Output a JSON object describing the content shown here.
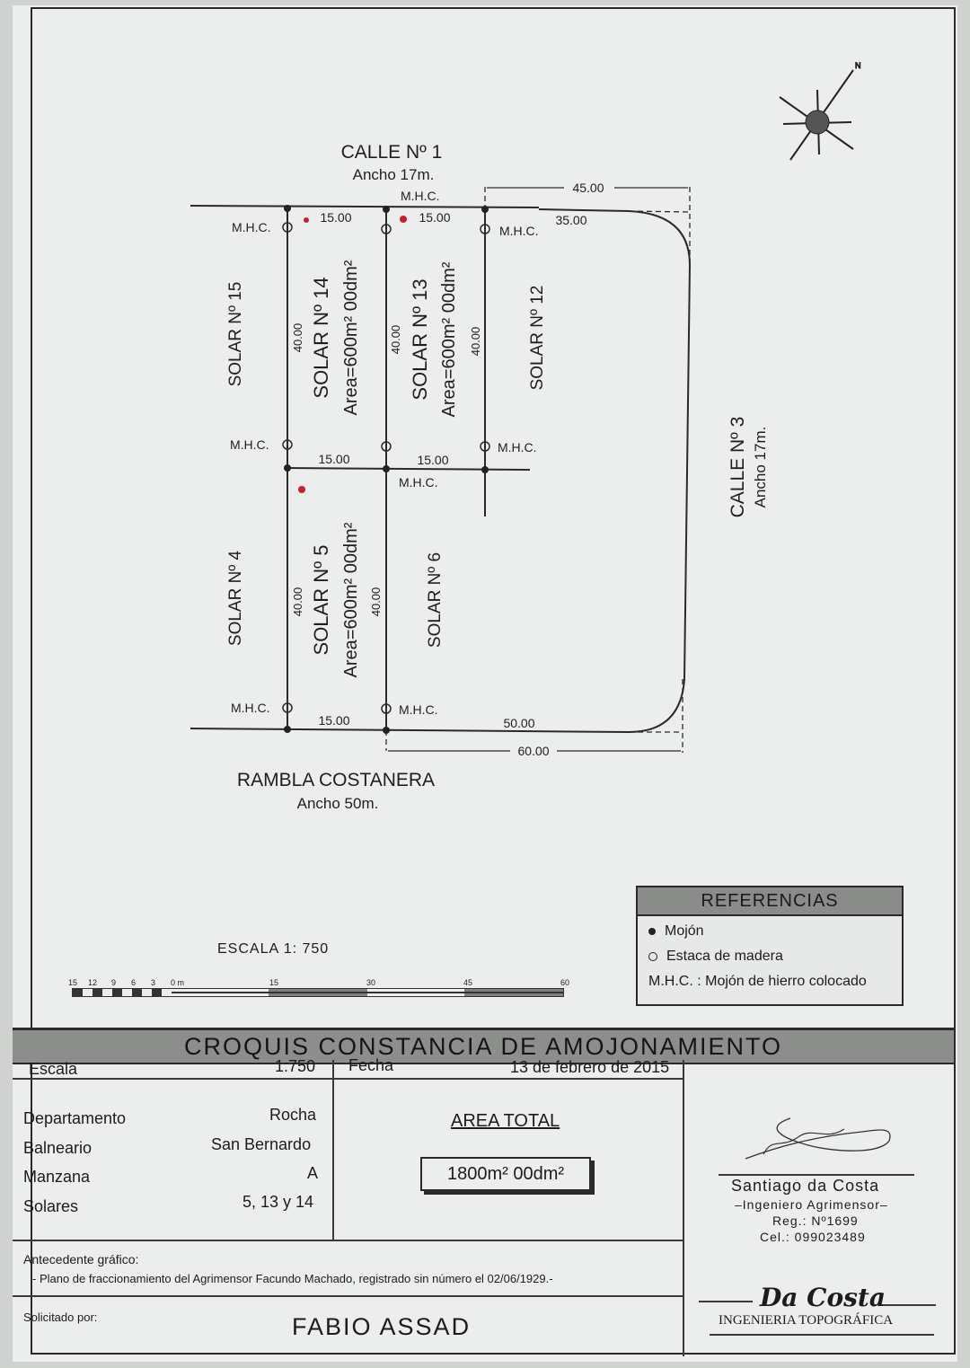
{
  "streets": {
    "top": {
      "name": "CALLE Nº 1",
      "width": "Ancho 17m."
    },
    "right": {
      "name": "CALLE Nº 3",
      "width": "Ancho 17m."
    },
    "bottom": {
      "name": "RAMBLA COSTANERA",
      "width": "Ancho 50m."
    }
  },
  "lots": {
    "s15": "SOLAR Nº 15",
    "s14": {
      "name": "SOLAR Nº 14",
      "area": "Area=600m² 00dm²"
    },
    "s13": {
      "name": "SOLAR Nº 13",
      "area": "Area=600m² 00dm²"
    },
    "s12": "SOLAR Nº 12",
    "s4": "SOLAR Nº 4",
    "s5": {
      "name": "SOLAR Nº 5",
      "area": "Area=600m² 00dm²"
    },
    "s6": "SOLAR Nº 6"
  },
  "dimensions": {
    "front": "15.00",
    "depth": "40.00",
    "top_total": "45.00",
    "top_remaining": "35.00",
    "bottom_remaining": "50.00",
    "bottom_total": "60.00"
  },
  "marker_label": "M.H.C.",
  "scale": {
    "label": "ESCALA 1:  750",
    "ticks": [
      "15",
      "12",
      "9",
      "6",
      "3",
      "0 m",
      "15",
      "30",
      "45",
      "60"
    ]
  },
  "references": {
    "title": "REFERENCIAS",
    "items": [
      {
        "symbol": "filled-dot",
        "text": "Mojón"
      },
      {
        "symbol": "circle",
        "text": "Estaca de madera"
      },
      {
        "symbol": "",
        "text": "M.H.C. : Mojón de hierro colocado"
      }
    ]
  },
  "title_block": {
    "title": "CROQUIS CONSTANCIA DE AMOJONAMIENTO",
    "escala_label": "Escala",
    "escala_value": "1:750",
    "fecha_label": "Fecha",
    "fecha_value": "13 de febrero de 2015",
    "departamento_label": "Departamento",
    "departamento_value": "Rocha",
    "balneario_label": "Balneario",
    "balneario_value": "San Bernardo",
    "manzana_label": "Manzana",
    "manzana_value": "A",
    "solares_label": "Solares",
    "solares_value": "5, 13 y 14",
    "area_label": "AREA TOTAL",
    "area_value": "1800m² 00dm²",
    "antecedente_label": "Antecedente gráfico:",
    "antecedente_text": "- Plano de fraccionamiento del Agrimensor Facundo Machado, registrado sin número el 02/06/1929.-",
    "solicitado_label": "Solicitado por:",
    "solicitado_value": "FABIO ASSAD"
  },
  "surveyor": {
    "name": "Santiago da Costa",
    "title": "–Ingeniero  Agrimensor–",
    "reg": "Reg.:  Nº1699",
    "cel": "Cel.:  099023489",
    "brand": "Da Costa",
    "brand_sub": "INGENIERIA TOPOGRÁFICA"
  },
  "colors": {
    "marker_red": "#c8202a",
    "header_gray": "#8c8e8c"
  }
}
